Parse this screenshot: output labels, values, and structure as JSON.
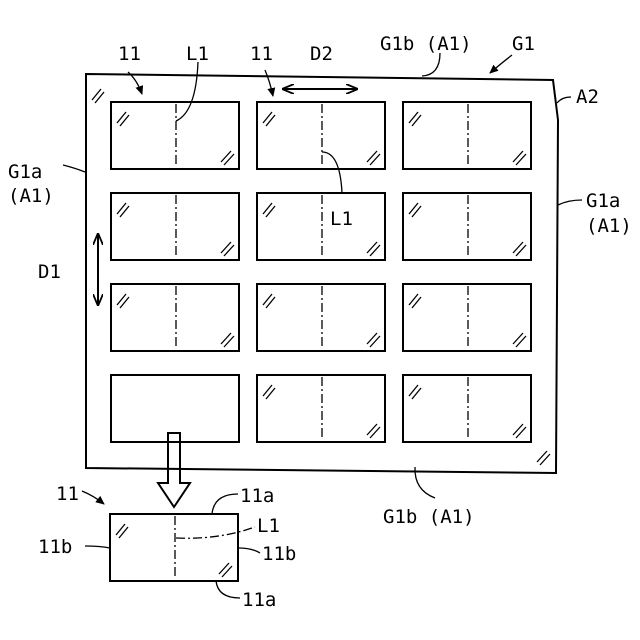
{
  "labels": {
    "item11_top_left": "11",
    "L1_top_left": "L1",
    "item11_top_mid": "11",
    "D2": "D2",
    "G1b_top": "G1b (A1)",
    "G1": "G1",
    "A2": "A2",
    "G1a_left_1": "G1a",
    "G1a_left_2": "(A1)",
    "G1a_right_1": "G1a",
    "G1a_right_2": "(A1)",
    "L1_mid": "L1",
    "D1": "D1",
    "G1b_bottom": "G1b (A1)",
    "item11_detail": "11",
    "item11a_top": "11a",
    "L1_detail": "L1",
    "item11b_left": "11b",
    "item11b_right": "11b",
    "item11a_bottom": "11a"
  },
  "grid": {
    "rows": 4,
    "cols": 3,
    "removed_cell": "row 4, col 1"
  }
}
